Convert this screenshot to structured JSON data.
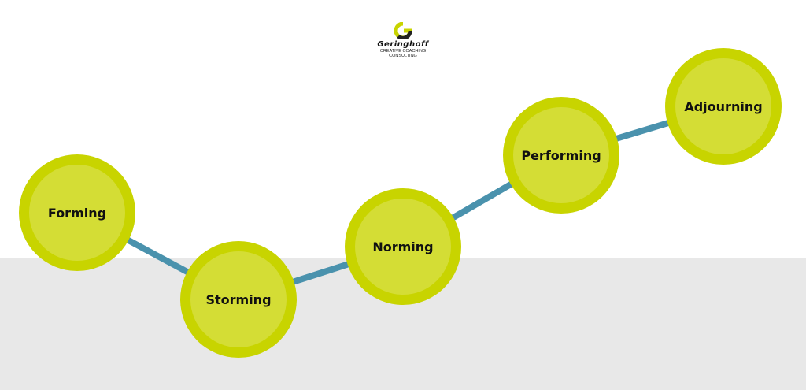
{
  "logo": {
    "name": "Geringhoff",
    "line1": "CREATIVE COACHING",
    "line2": "CONSULTING"
  },
  "colors": {
    "ring": "#c8d400",
    "fill": "#d4dd35",
    "connector": "#4a92ad",
    "band": "#e8e8e8"
  },
  "stages": [
    {
      "label": "Forming"
    },
    {
      "label": "Storming"
    },
    {
      "label": "Norming"
    },
    {
      "label": "Performing"
    },
    {
      "label": "Adjourning"
    }
  ]
}
